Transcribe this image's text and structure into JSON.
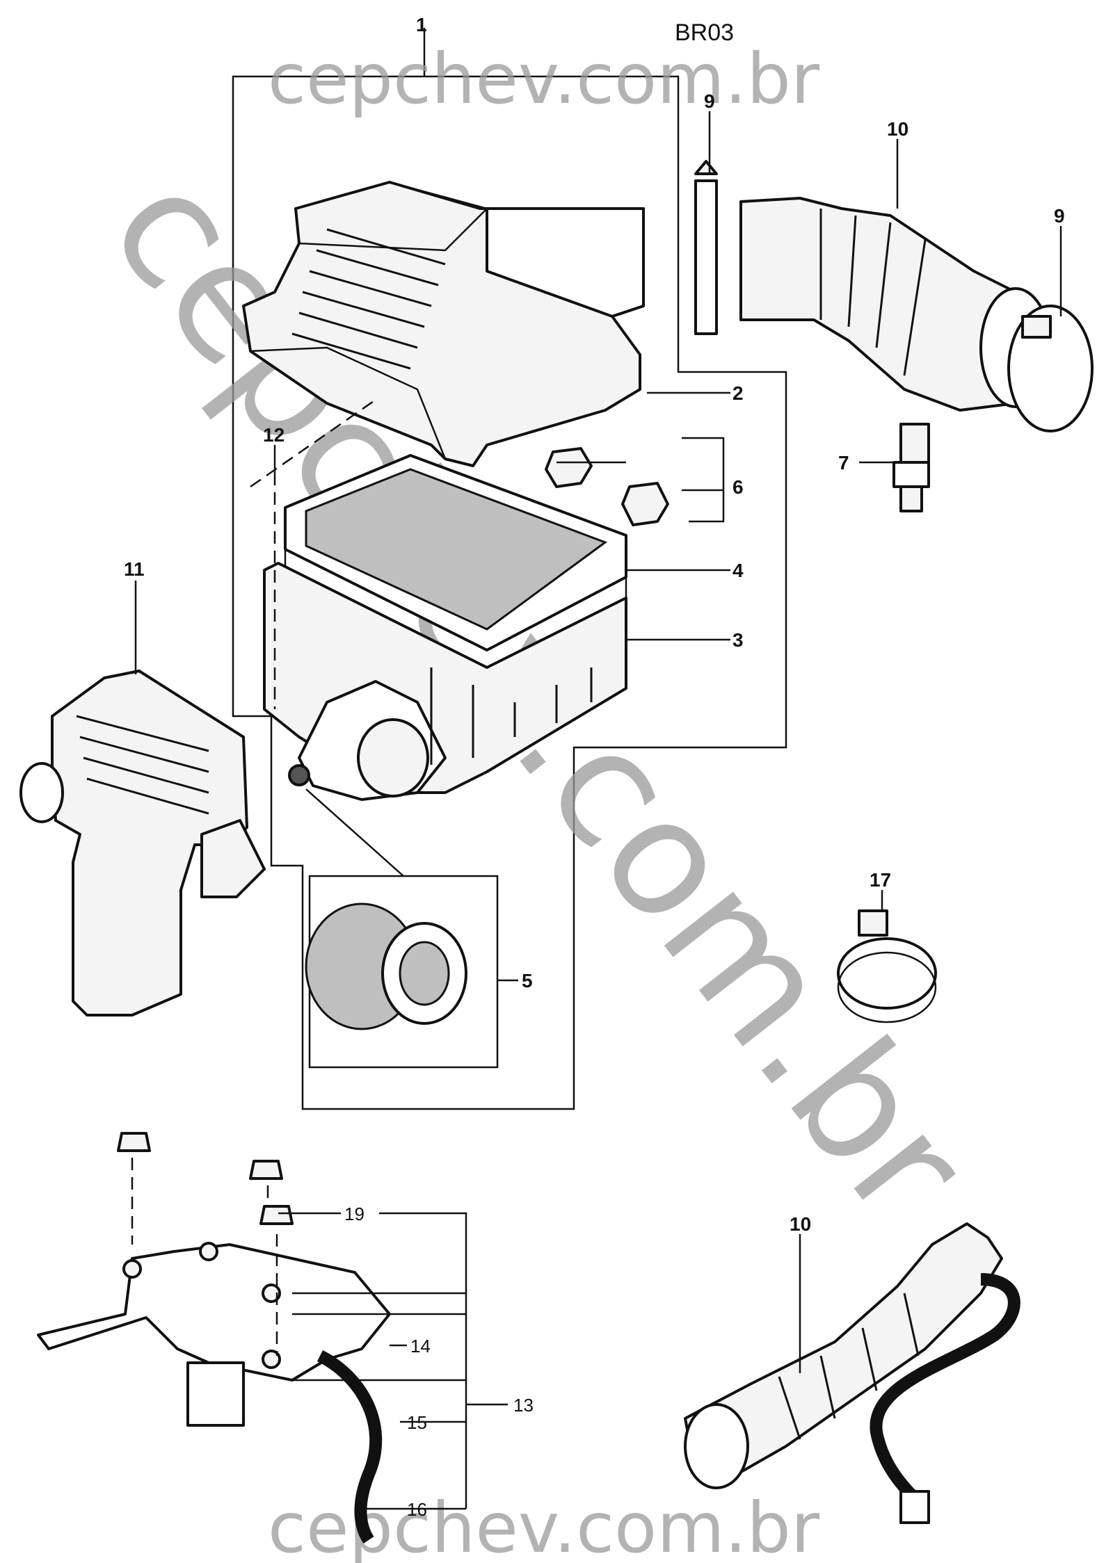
{
  "diagram_code": "BR03",
  "watermarks": [
    "cepchev.com.br",
    "cepchev.com.br",
    "cepchev.com.br"
  ],
  "callouts": {
    "c1": "1",
    "c2": "2",
    "c3": "3",
    "c4": "4",
    "c5": "5",
    "c6": "6",
    "c7": "7",
    "c9a": "9",
    "c9b": "9",
    "c10a": "10",
    "c10b": "10",
    "c11": "11",
    "c12": "12",
    "c13": "13",
    "c14": "14",
    "c15": "15",
    "c16": "16",
    "c17": "17",
    "c19": "19"
  }
}
